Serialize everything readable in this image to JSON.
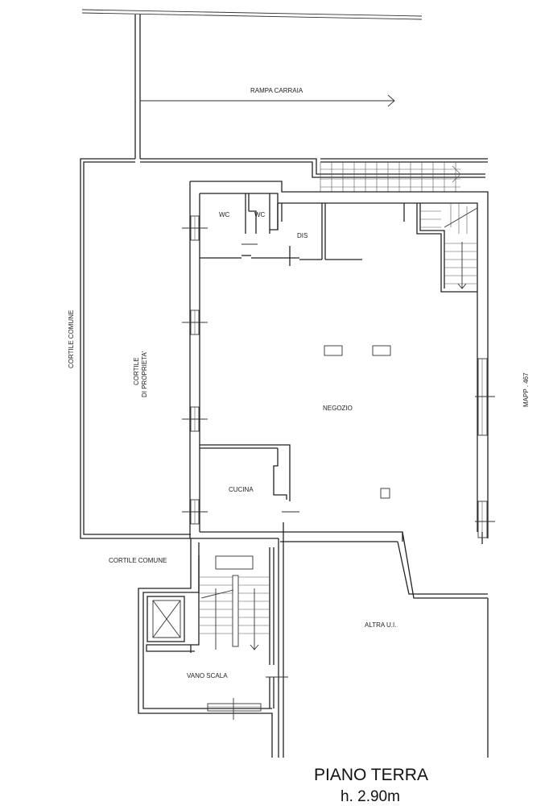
{
  "labels": {
    "rampa": "RAMPA CARRAIA",
    "wc1": "WC",
    "wc2": "WC",
    "dis": "DIS",
    "negozio": "NEGOZIO",
    "cucina": "CUCINA",
    "cortile_comune_left": "CORTILE COMUNE",
    "cortile_proprieta_line1": "CORTILE",
    "cortile_proprieta_line2": "DI PROPRIETA'",
    "cortile_comune_bottom": "CORTILE COMUNE",
    "vano_scala": "VANO SCALA",
    "altra_ui": "ALTRA U.I.",
    "mapp": "MAPP . 467"
  },
  "title": {
    "line1": "PIANO TERRA",
    "line2": "h. 2.90m"
  }
}
